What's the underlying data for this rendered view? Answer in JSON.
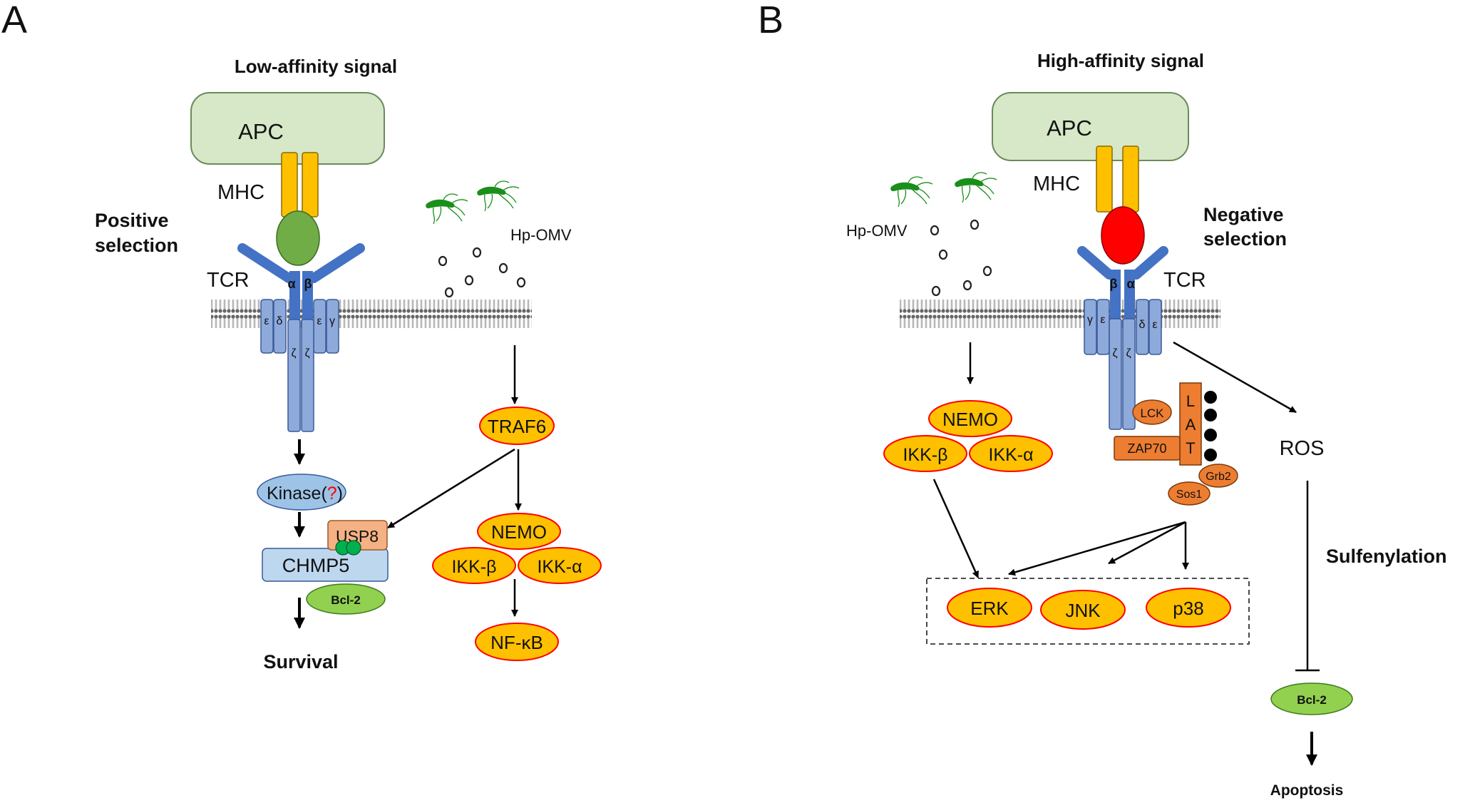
{
  "panelA": {
    "letter": "A",
    "title": "Low-affinity signal",
    "apc": "APC",
    "mhc": "MHC",
    "selection_line1": "Positive",
    "selection_line2": "selection",
    "tcr": "TCR",
    "alpha": "α",
    "beta": "β",
    "epsilon": "ε",
    "delta": "δ",
    "gamma": "γ",
    "zeta": "ζ",
    "hp_omv": "Hp-OMV",
    "kinase": "Kinase(",
    "kinase_q": "?",
    "kinase_close": ")",
    "usp8": "USP8",
    "chmp5": "CHMP5",
    "bcl2": "Bcl-2",
    "survival": "Survival",
    "traf6": "TRAF6",
    "nemo": "NEMO",
    "ikkb": "IKK-β",
    "ikka": "IKK-α",
    "nfkb": "NF-κB"
  },
  "panelB": {
    "letter": "B",
    "title": "High-affinity signal",
    "apc": "APC",
    "mhc": "MHC",
    "selection_line1": "Negative",
    "selection_line2": "selection",
    "tcr": "TCR",
    "hp_omv": "Hp-OMV",
    "nemo": "NEMO",
    "ikkb": "IKK-β",
    "ikka": "IKK-α",
    "lck": "LCK",
    "zap70": "ZAP70",
    "lat_l": "L",
    "lat_a": "A",
    "lat_t": "T",
    "grb2": "Grb2",
    "sos1": "Sos1",
    "ros": "ROS",
    "sulfenylation": "Sulfenylation",
    "erk": "ERK",
    "jnk": "JNK",
    "p38": "p38",
    "bcl2": "Bcl-2",
    "apoptosis": "Apoptosis"
  },
  "colors": {
    "apc": "#d6e8c8",
    "mhc": "#ffc000",
    "peptide_low": "#70ad47",
    "peptide_high": "#ff0000",
    "tcr": "#4472c4",
    "cd3": "#8eaadb",
    "node_fill": "#ffc000",
    "node_border": "#ff0000",
    "lat": "#ed7d31",
    "bcl2": "#92d050",
    "kinase": "#9dc3e6",
    "usp8": "#f4b183",
    "chmp5": "#bdd7ee",
    "bacteria": "#1a8f1a"
  }
}
